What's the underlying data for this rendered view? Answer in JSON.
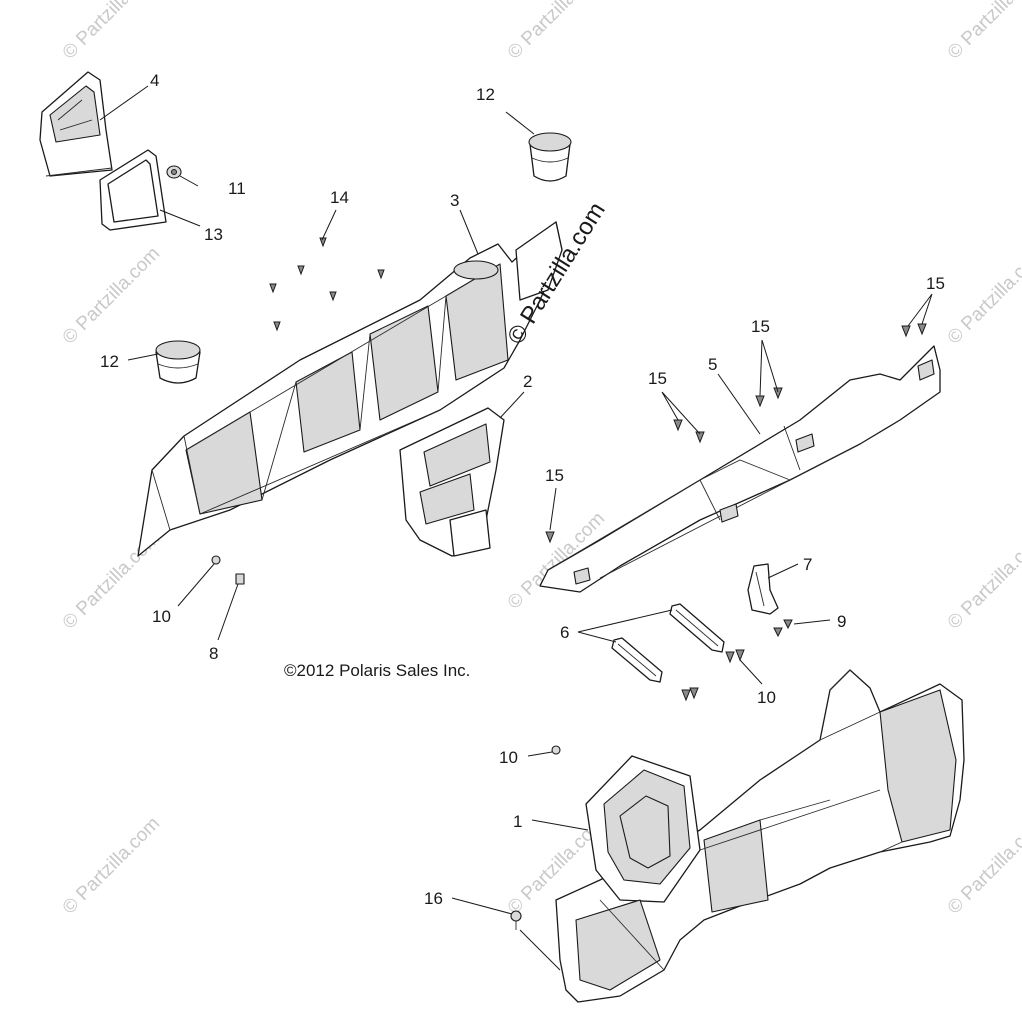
{
  "diagram": {
    "copyright": "©2012 Polaris Sales Inc.",
    "watermark": "© Partzilla.com",
    "watermark_tile": "© Partzilla.com",
    "callouts": {
      "c1": "1",
      "c2": "2",
      "c3": "3",
      "c4": "4",
      "c5": "5",
      "c6": "6",
      "c7": "7",
      "c8": "8",
      "c9": "9",
      "c10a": "10",
      "c10b": "10",
      "c10c": "10",
      "c11": "11",
      "c12a": "12",
      "c12b": "12",
      "c13": "13",
      "c14": "14",
      "c15a": "15",
      "c15b": "15",
      "c15c": "15",
      "c15d": "15",
      "c16": "16"
    }
  }
}
